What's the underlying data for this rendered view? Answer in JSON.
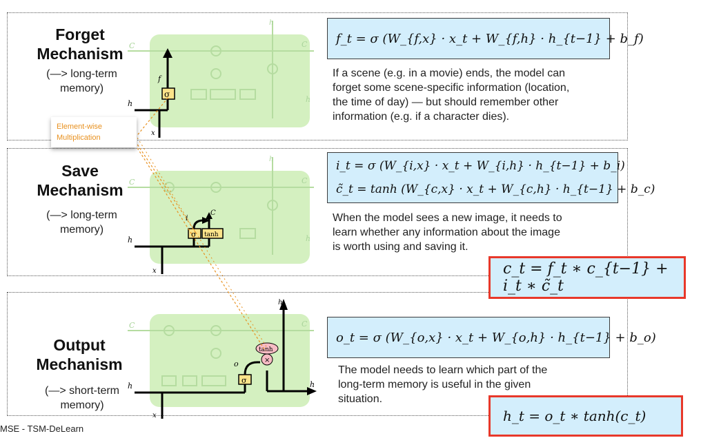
{
  "panels": [
    {
      "title_line1": "Forget",
      "title_line2": "Mechanism",
      "subtitle_line1": "(—> long-term",
      "subtitle_line2": "memory)",
      "equation": "f_t = σ (W_{f,x} · x_t + W_{f,h} · h_{t−1} + b_f)",
      "desc_lines": [
        "If a scene (e.g. in a movie) ends, the model can",
        "forget some scene-specific information (location,",
        "the time of day) — but should remember other",
        "information (e.g. if a character dies)."
      ],
      "gate_labels": [
        "σ"
      ]
    },
    {
      "title_line1": "Save",
      "title_line2": "Mechanism",
      "subtitle_line1": "(—> long-term",
      "subtitle_line2": "memory)",
      "equations": [
        "i_t = σ (W_{i,x} · x_t + W_{i,h} · h_{t−1} + b_i)",
        "c̃_t = tanh (W_{c,x} · x_t + W_{c,h} · h_{t−1} + b_c)"
      ],
      "desc_lines": [
        "When the model sees a new image, it needs to",
        "learn whether any information about the image",
        "is worth using and saving it."
      ],
      "gate_labels": [
        "σ",
        "tanh"
      ]
    },
    {
      "title_line1": "Output",
      "title_line2": "Mechanism",
      "subtitle_line1": "(—> short-term",
      "subtitle_line2": "memory)",
      "equation": "o_t = σ (W_{o,x} · x_t + W_{o,h} · h_{t−1} + b_o)",
      "desc_lines": [
        "The model needs to learn which part of the",
        "long-term memory is useful in the given",
        "situation."
      ],
      "gate_labels": [
        "σ",
        "tanh"
      ]
    }
  ],
  "cell_state_update": "c_t = f_t ∗ c_{t−1} + i_t ∗ c̃_t",
  "hidden_state_update": "h_t = o_t ∗ tanh(c_t)",
  "callout_line1": "Element-wise",
  "callout_line2": "Multiplication",
  "footer": "MSE - TSM-DeLearn",
  "colors": {
    "cell_bg": "#d4f0c0",
    "eq_bg": "#d3eefc",
    "red_border": "#e8382a",
    "callout_text": "#e8901e",
    "gate_fill": "#fbe38a"
  }
}
